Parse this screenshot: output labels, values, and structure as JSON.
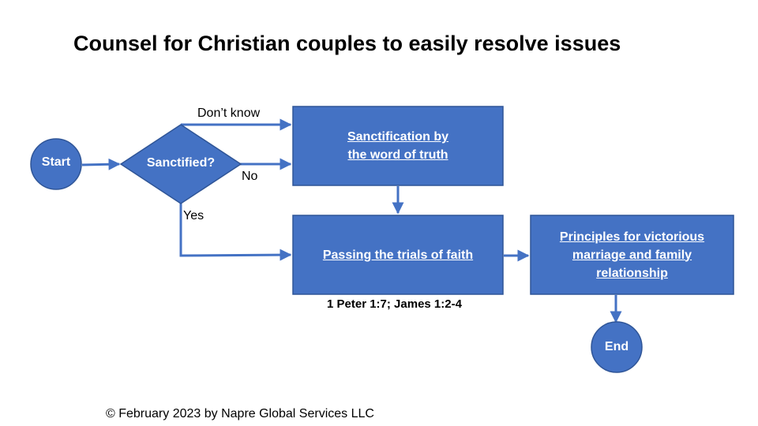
{
  "title": "Counsel for Christian couples to easily resolve issues",
  "colors": {
    "shape_fill": "#4472C4",
    "shape_stroke": "#2F5597",
    "connector": "#4472C4",
    "text_on_shape": "#FFFFFF"
  },
  "nodes": {
    "start": "Start",
    "decision": "Sanctified?",
    "sanctification_line1": "Sanctification by",
    "sanctification_line2": "the word of truth",
    "trials": "Passing the trials of faith",
    "principles_line1": "Principles for victorious",
    "principles_line2": "marriage and family",
    "principles_line3": "relationship",
    "end": "End"
  },
  "edge_labels": {
    "dont_know": "Don’t know",
    "no": "No",
    "yes": "Yes"
  },
  "reference": "1 Peter 1:7; James 1:2-4",
  "footer": "© February 2023 by Napre Global Services LLC"
}
